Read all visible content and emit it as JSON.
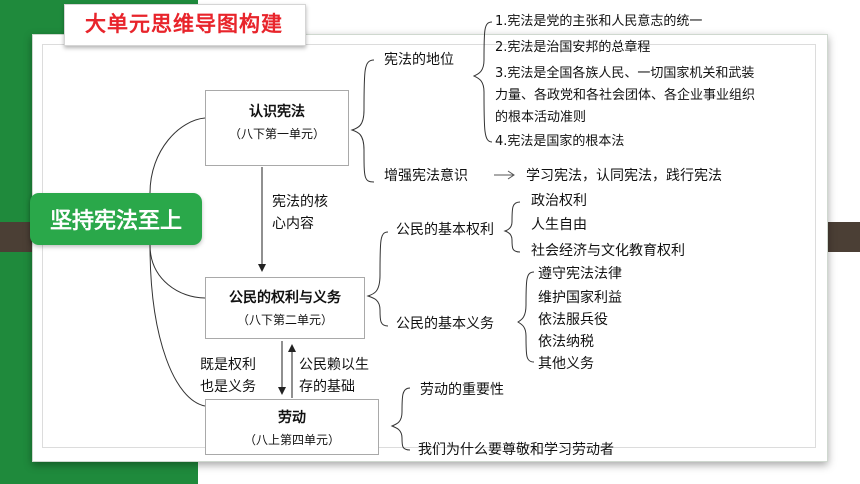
{
  "title": "大单元思维导图构建",
  "main_topic": "坚持宪法至上",
  "nodes": {
    "unit1": {
      "title": "认识宪法",
      "sub": "（八下第一单元）"
    },
    "unit2": {
      "title": "公民的权利与义务",
      "sub": "（八下第二单元）"
    },
    "unit3": {
      "title": "劳动",
      "sub": "（八上第四单元）"
    }
  },
  "links": {
    "core_line1": "宪法的核",
    "core_line2": "心内容",
    "both_line1": "既是权利",
    "both_line2": "也是义务",
    "rely_line1": "公民赖以生",
    "rely_line2": "存的基础"
  },
  "constitution": {
    "status_label": "宪法的地位",
    "status_points": [
      "1.宪法是党的主张和人民意志的统一",
      "2.宪法是治国安邦的总章程",
      "3.宪法是全国各族人民、一切国家机关和武装",
      "力量、各政党和各社会团体、各企业事业组织",
      "的根本活动准则",
      "4.宪法是国家的根本法"
    ],
    "awareness_label": "增强宪法意识",
    "awareness_arrow": "→",
    "awareness_text": "学习宪法，认同宪法，践行宪法"
  },
  "rights": {
    "label": "公民的基本权利",
    "items": [
      "政治权利",
      "人生自由",
      "社会经济与文化教育权利"
    ]
  },
  "duties": {
    "label": "公民的基本义务",
    "items": [
      "遵守宪法法律",
      "维护国家利益",
      "依法服兵役",
      "依法纳税",
      "其他义务"
    ]
  },
  "labor": {
    "items": [
      "劳动的重要性",
      "我们为什么要尊敬和学习劳动者"
    ]
  }
}
